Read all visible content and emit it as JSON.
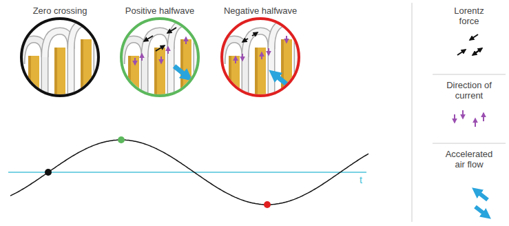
{
  "diagram": {
    "nodes": [
      {
        "text": [
          "Zero crossing"
        ]
      },
      {
        "text": [
          "Positive halfwave"
        ]
      },
      {
        "text": [
          "Negative halfwave"
        ]
      }
    ],
    "labels": [
      "t"
    ],
    "legend": [
      {
        "text": "Lorentz force"
      },
      {
        "text": "Direction of current"
      },
      {
        "text": "Accelerated air flow"
      }
    ]
  }
}
